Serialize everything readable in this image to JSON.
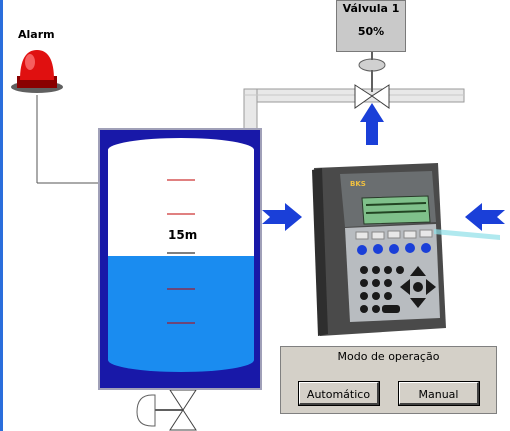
{
  "alarm": {
    "label": "Alarm"
  },
  "valve": {
    "title": "Válvula 1",
    "opening": "50%"
  },
  "tank": {
    "level_label": "15m"
  },
  "mode_panel": {
    "title": "Modo de operação",
    "auto_label": "Automático",
    "manual_label": "Manual"
  },
  "controller": {
    "brand": "BKS"
  },
  "colors": {
    "tank": "#1818a8",
    "water": "#1a8cf0",
    "arrow": "#1a3fd8",
    "alarm": "#e01010"
  }
}
